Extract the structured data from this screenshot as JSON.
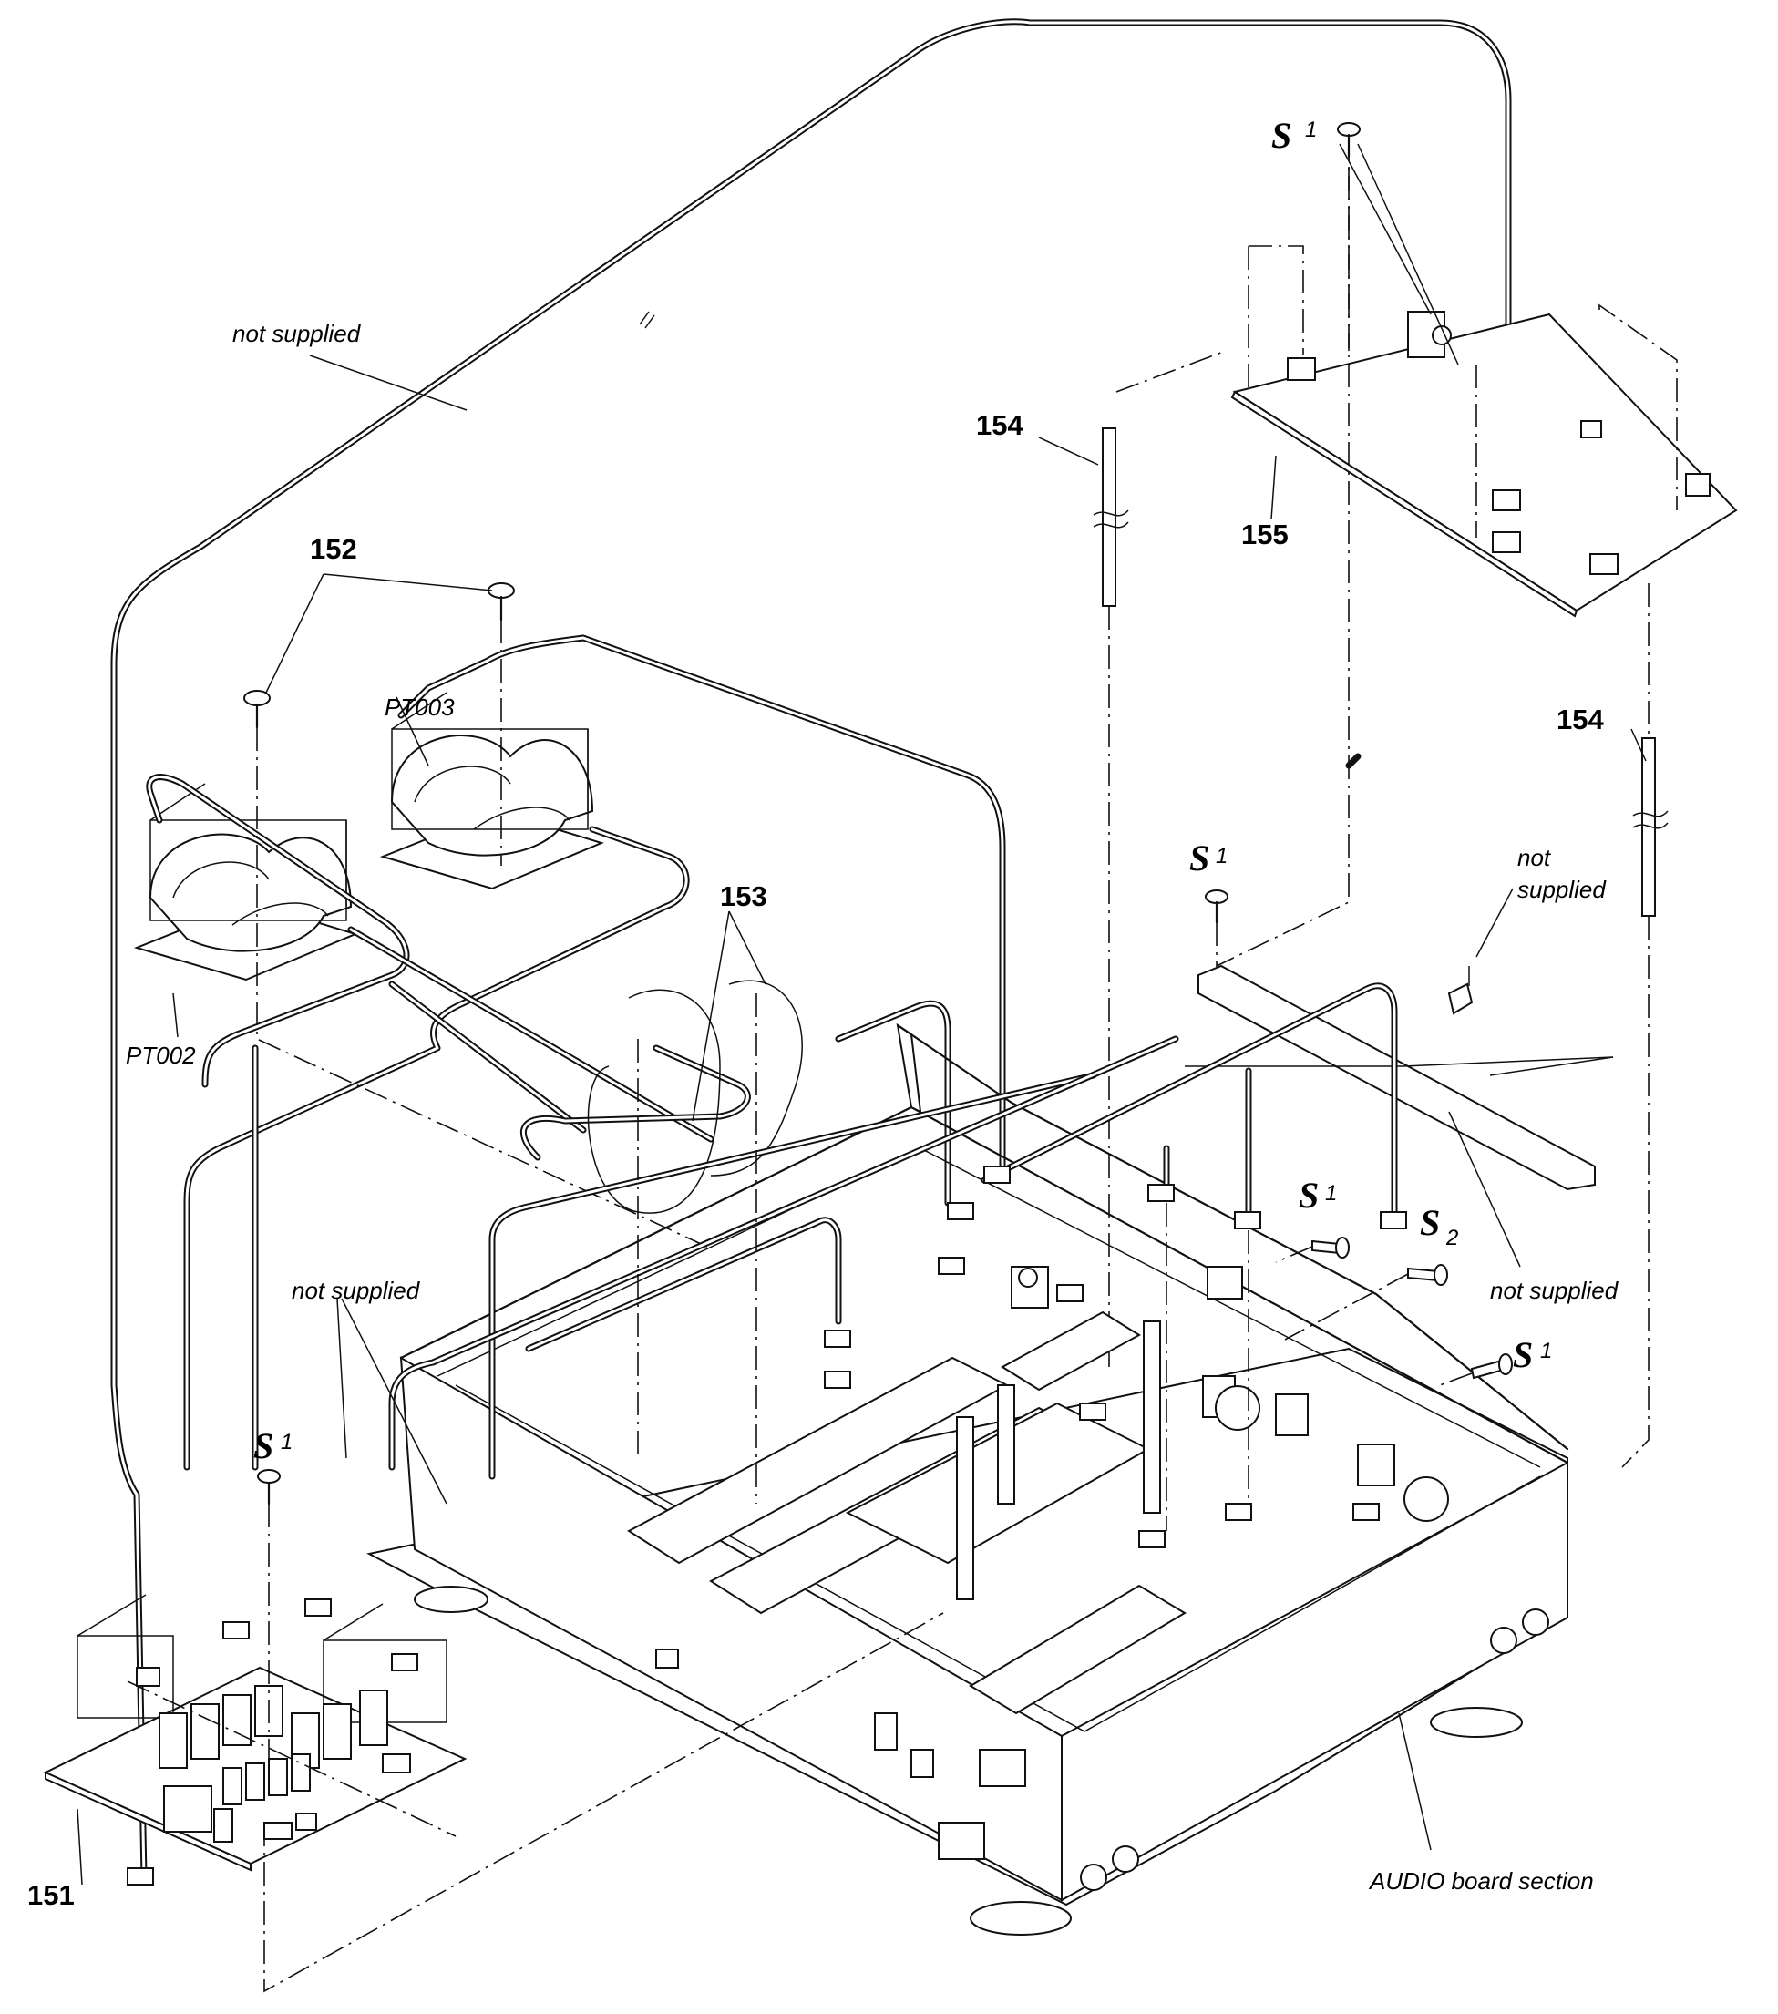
{
  "callouts": {
    "c151": "151",
    "c152": "152",
    "c153": "153",
    "c154_top": "154",
    "c154_right": "154",
    "c155": "155"
  },
  "parts": {
    "pt002": "PT002",
    "pt003": "PT003"
  },
  "notes": {
    "not_supplied_top": "not supplied",
    "not_supplied_left": "not supplied",
    "not_supplied_right_line1": "not",
    "not_supplied_right_line2": "supplied",
    "not_supplied_bottom_right": "not supplied",
    "audio_board_section": "AUDIO board section"
  },
  "screws": {
    "s1_top": {
      "letter": "S",
      "index": "1"
    },
    "s1_mid": {
      "letter": "S",
      "index": "1"
    },
    "s1_right_a": {
      "letter": "S",
      "index": "1"
    },
    "s2_right": {
      "letter": "S",
      "index": "2"
    },
    "s1_right_b": {
      "letter": "S",
      "index": "1"
    },
    "s1_left": {
      "letter": "S",
      "index": "1"
    }
  }
}
